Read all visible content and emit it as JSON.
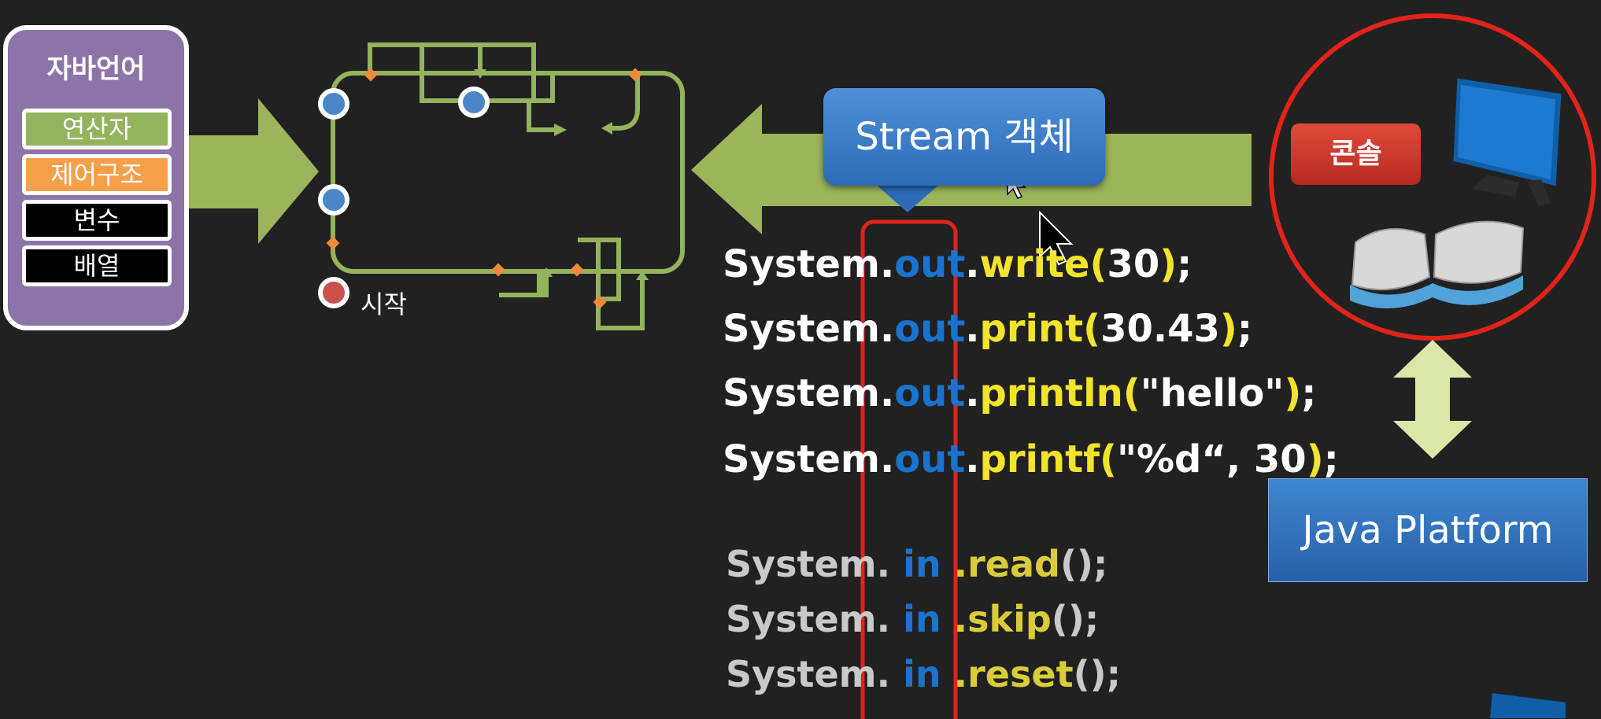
{
  "lang_panel": {
    "title": "자바언어",
    "items": [
      {
        "label": "연산자",
        "bg": "#93b35c",
        "fg": "#ffffff"
      },
      {
        "label": "제어구조",
        "bg": "#f6a04a",
        "fg": "#ffffff"
      },
      {
        "label": "변수",
        "bg": "#000000",
        "fg": "#ffffff"
      },
      {
        "label": "배열",
        "bg": "#000000",
        "fg": "#ffffff"
      }
    ]
  },
  "flow_diagram": {
    "start_label": "시작"
  },
  "stream_callout": "Stream 객체",
  "output_lines": [
    {
      "sys": "System",
      "obj": "out",
      "method": "write",
      "open": "(",
      "arg": "30",
      "close": ")",
      "end": ";"
    },
    {
      "sys": "System",
      "obj": "out",
      "method": "print",
      "open": "(",
      "arg": "30.43",
      "close": ")",
      "end": ";"
    },
    {
      "sys": "System",
      "obj": "out",
      "method": "println",
      "open": "(",
      "arg": "\"hello\"",
      "close": ")",
      "end": ";"
    },
    {
      "sys": "System",
      "obj": "out",
      "method": "printf",
      "open": "(",
      "arg": "\"%d“, 30",
      "close": ")",
      "end": ";"
    }
  ],
  "input_lines": [
    {
      "sys": "System.",
      "obj": " in ",
      "method": ".read",
      "rest": "();"
    },
    {
      "sys": "System.",
      "obj": " in ",
      "method": ".skip",
      "rest": "();"
    },
    {
      "sys": "System.",
      "obj": " in ",
      "method": ".reset",
      "rest": "();"
    }
  ],
  "console_label": "콘솔",
  "java_platform_label": "Java Platform",
  "colors": {
    "background": "#212121",
    "arrow_green": "#9bb55a",
    "highlight_red": "#e2231a",
    "out_blue": "#1a73cf",
    "method_yellow": "#f2e32c"
  }
}
